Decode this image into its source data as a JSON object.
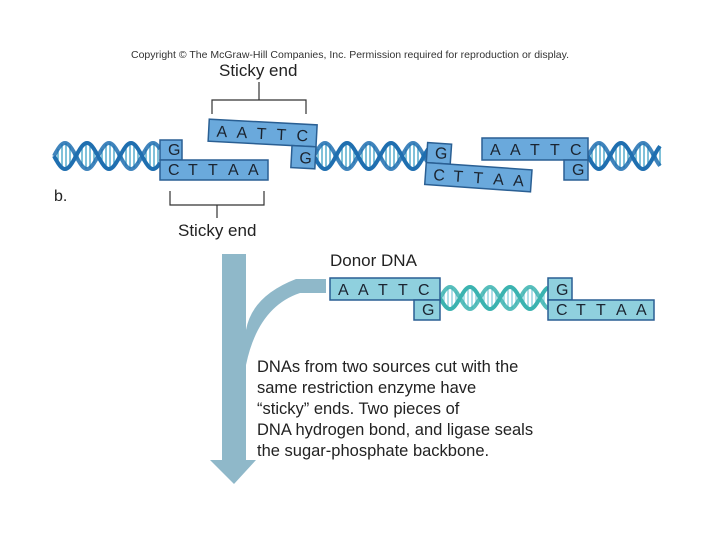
{
  "copyright": "Copyright © The McGraw-Hill Companies, Inc. Permission required for reproduction or display.",
  "panel_label": "b.",
  "sticky_end_top": "Sticky end",
  "sticky_end_bottom": "Sticky end",
  "donor_label": "Donor DNA",
  "caption_lines": [
    "DNAs from two sources cut with the",
    "same restriction enzyme have",
    "“sticky” ends. Two pieces of",
    "DNA hydrogen bond, and ligase seals",
    "the sugar-phosphate backbone."
  ],
  "fragments": {
    "left_top_G": "G",
    "left_bottom_seq": [
      "C",
      "T",
      "T",
      "A",
      "A"
    ],
    "mid_top_seq": [
      "A",
      "A",
      "T",
      "T",
      "C"
    ],
    "mid_bottom_G": "G",
    "right_top_G": "G",
    "right_bottom_seq": [
      "C",
      "T",
      "T",
      "A",
      "A"
    ],
    "far_top_seq": [
      "A",
      "A",
      "T",
      "T",
      "C"
    ],
    "far_bottom_G": "G",
    "donor_left_top_seq": [
      "A",
      "A",
      "T",
      "T",
      "C"
    ],
    "donor_left_bottom_G": "G",
    "donor_right_top_G": "G",
    "donor_right_bottom_seq": [
      "C",
      "T",
      "T",
      "A",
      "A"
    ]
  },
  "colors": {
    "helix_dark": "#1f6fb0",
    "helix_light": "#49a7c9",
    "box_fill": "#6aa9dc",
    "box_stroke": "#2a5f93",
    "donor_fill": "#8fd0de",
    "donor_helix": "#3bb3b0",
    "arrow": "#8fb8c9"
  }
}
